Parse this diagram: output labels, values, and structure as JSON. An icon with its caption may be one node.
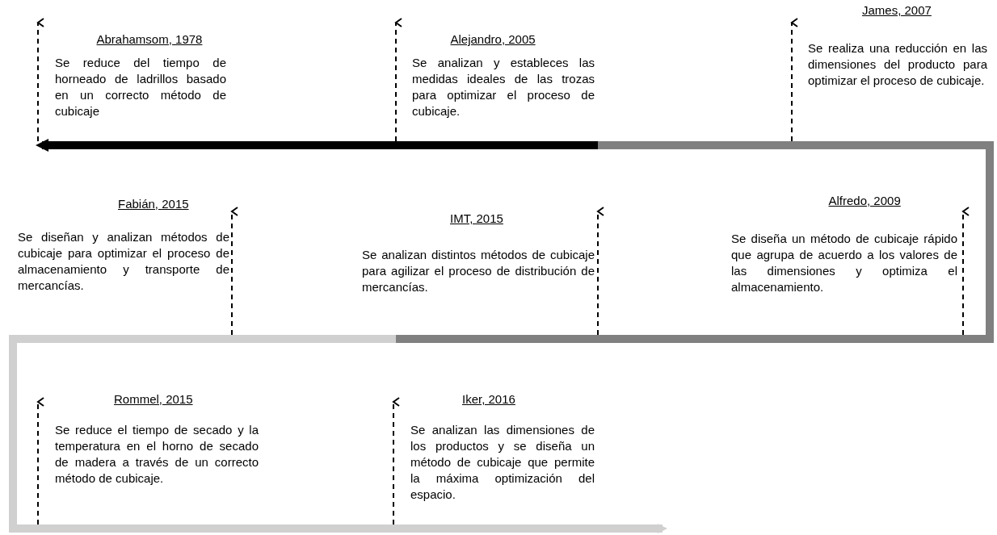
{
  "diagram": {
    "labels": [
      "Abrahamsom, 1978",
      "Se reduce del tiempo de horneado de ladrillos basado en un correcto método de cubicaje",
      "Alejandro, 2005",
      "Se analizan y estableces las medidas ideales de las trozas para optimizar el proceso de cubicaje.",
      "James, 2007",
      "Se realiza una reducción en las dimensiones del producto para optimizar el proceso de cubicaje.",
      "Fabián, 2015",
      "Se diseñan y analizan métodos de cubicaje para optimizar el proceso de almacenamiento y transporte de mercancías.",
      "IMT, 2015",
      "Se analizan distintos métodos de cubicaje para agilizar el proceso de distribución de mercancías.",
      "Alfredo, 2009",
      "Se diseña un método de cubicaje rápido que agrupa de acuerdo a los valores de las dimensiones y optimiza el almacenamiento.",
      "Rommel, 2015",
      "Se reduce el tiempo de secado y la temperatura en el horno de secado de madera a través de un correcto método de cubicaje.",
      "Iker, 2016",
      "Se analizan las dimensiones de los productos y se diseña un método de cubicaje que permite la máxima optimización del espacio."
    ]
  }
}
